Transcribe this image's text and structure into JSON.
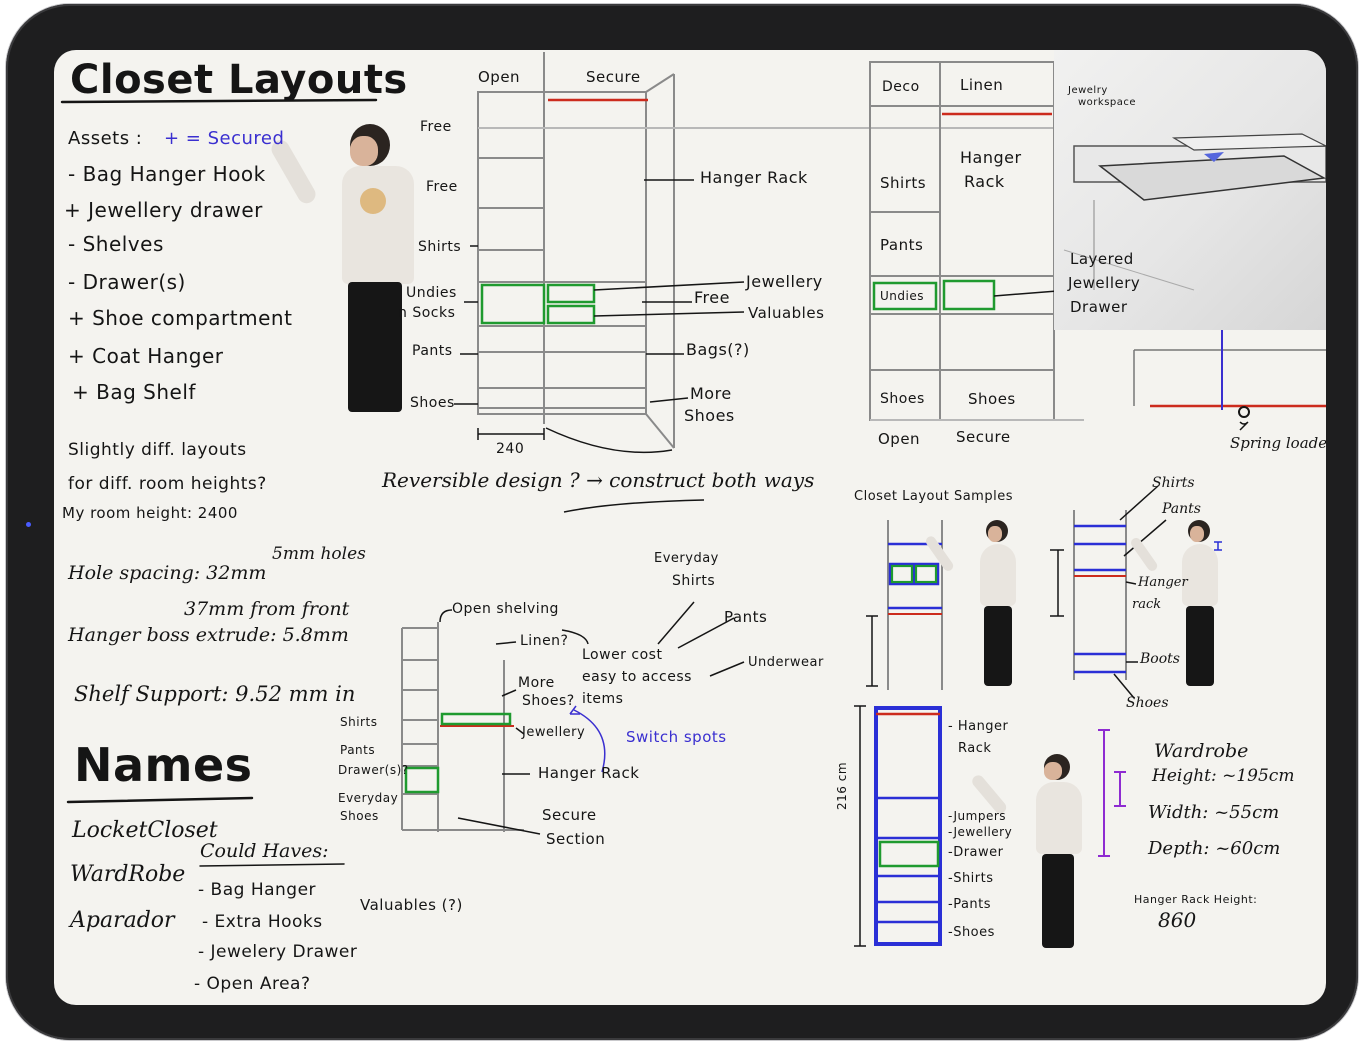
{
  "device": {
    "frame_color": "#1e1e1f",
    "canvas_color": "#f4f3ef"
  },
  "colors": {
    "ink": "#151515",
    "secure": "#cc2b1d",
    "drawer": "#1f9a2f",
    "annot": "#3a2fd0",
    "purple": "#8e2bd1"
  },
  "title": "Closet Layouts",
  "assets": {
    "header": "Assets :",
    "legend": "+ = Secured",
    "items": [
      "- Bag Hanger Hook",
      "+ Jewellery drawer",
      "- Shelves",
      "- Drawer(s)",
      "+ Shoe compartment",
      "+ Coat Hanger",
      "+ Bag Shelf"
    ]
  },
  "notes": {
    "layouts_q1": "Slightly diff. layouts",
    "layouts_q2": "for diff. room heights?",
    "room_height": "My room height: 2400",
    "holes": "5mm holes",
    "hole_spacing": "Hole spacing: 32mm",
    "from_front": "37mm from front",
    "hanger_boss": "Hanger boss extrude: 5.8mm",
    "shelf_support": "Shelf Support: 9.52 mm in"
  },
  "names": {
    "heading": "Names",
    "list": [
      "LocketCloset",
      "WardRobe",
      "Aparador"
    ]
  },
  "could_haves": {
    "heading": "Could Haves:",
    "items": [
      "- Bag Hanger",
      "- Extra Hooks",
      "- Jewelery Drawer",
      "- Open Area?"
    ],
    "valuables": "Valuables (?)"
  },
  "sketch1": {
    "open": "Open",
    "secure": "Secure",
    "left_labels": [
      "Free",
      "Free",
      "Shirts",
      "Undies",
      "n Socks",
      "Pants",
      "Shoes"
    ],
    "right_labels": [
      "Hanger Rack",
      "Jewellery",
      "Free",
      "Valuables",
      "Bags(?)",
      "More",
      "Shoes"
    ],
    "dimension": "240",
    "reversible": "Reversible design ? → construct both ways"
  },
  "sketch2": {
    "deco": "Deco",
    "linen": "Linen",
    "hanger_rack": [
      "Hanger",
      "Rack"
    ],
    "left_labels": [
      "Shirts",
      "Pants",
      "Undies",
      "Shoes"
    ],
    "shoes_right": "Shoes",
    "open": "Open",
    "secure": "Secure",
    "layered": [
      "Layered",
      "Jewellery",
      "Drawer"
    ],
    "jewelry_workspace": [
      "Jewelry",
      "workspace"
    ],
    "spring": "Spring loaded"
  },
  "sketch3": {
    "open_shelving": "Open shelving",
    "linen": "Linen?",
    "more_shoes": [
      "More",
      "Shoes?"
    ],
    "left_labels": [
      "Shirts",
      "Pants",
      "Drawer(s)?",
      "Everyday",
      "Shoes"
    ],
    "jewellery": "Jewellery",
    "hanger_rack": "Hanger Rack",
    "secure_section": [
      "Secure",
      "Section"
    ],
    "everyday_shirts": [
      "Everyday",
      "Shirts"
    ],
    "pants": "Pants",
    "lower_cost": "Lower cost",
    "easy_access": "easy to access",
    "items": "items",
    "underwear": "Underwear",
    "switch_spots": "Switch spots"
  },
  "samples": {
    "heading": "Closet Layout Samples",
    "labels_b": [
      "Shirts",
      "Pants",
      "Hanger",
      "rack",
      "Boots",
      "Shoes"
    ],
    "tall_labels": [
      "- Hanger",
      "Rack",
      "-Jumpers",
      "-Jewellery",
      "-Drawer",
      "-Shirts",
      "-Pants",
      "-Shoes"
    ],
    "height_dim": "216 cm"
  },
  "wardrobe": {
    "heading": "Wardrobe",
    "height": "Height: ~195cm",
    "width": "Width: ~55cm",
    "depth": "Depth: ~60cm",
    "hanger_rack_height_label": "Hanger Rack Height:",
    "hanger_rack_height": "860"
  }
}
